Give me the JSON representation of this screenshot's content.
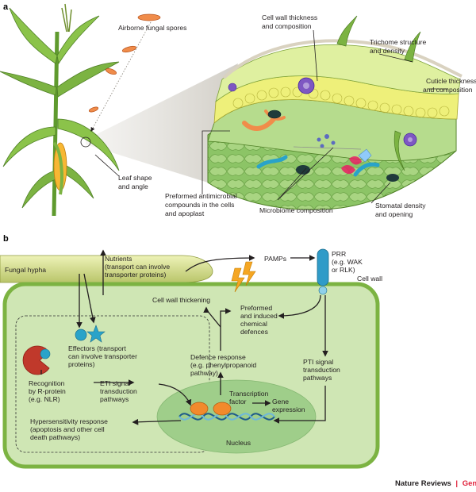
{
  "panel_a": {
    "letter": "a",
    "airborne_spores": "Airborne fungal spores",
    "cell_wall": [
      "Cell wall thickness",
      "and composition"
    ],
    "trichome": [
      "Trichome structure",
      "and density"
    ],
    "cuticle": [
      "Cuticle thickness",
      "and composition"
    ],
    "leaf_shape": [
      "Leaf shape",
      "and angle"
    ],
    "preformed": [
      "Preformed antimicrobial",
      "compounds in the cells",
      "and apoplast"
    ],
    "microbiome": "Microbiome composition",
    "stomatal": [
      "Stomatal density",
      "and opening"
    ]
  },
  "panel_b": {
    "letter": "b",
    "fungal_hypha": "Fungal hypha",
    "nutrients": [
      "Nutrients",
      "(transport can involve",
      "transporter proteins)"
    ],
    "pamps": "PAMPs",
    "prr": [
      "PRR",
      "(e.g. WAK",
      "or RLK)"
    ],
    "cell_wall": "Cell wall",
    "cell_wall_thickening": "Cell wall thickening",
    "preformed_defences": [
      "Preformed",
      "and induced",
      "chemical",
      "defences"
    ],
    "effectors": [
      "Effectors (transport",
      "can involve transporter",
      "proteins)"
    ],
    "recognition": [
      "Recognition",
      "by R-protein",
      "(e.g. NLR)"
    ],
    "eti": [
      "ETI signal",
      "transduction",
      "pathways"
    ],
    "defence_response": [
      "Defence response",
      "(e.g. phenylpropanoid",
      "pathway)"
    ],
    "pti": [
      "PTI signal",
      "transduction",
      "pathways"
    ],
    "transcription_factor": [
      "Transcription",
      "factor"
    ],
    "gene_expression": [
      "Gene",
      "expression"
    ],
    "hypersensitivity": [
      "Hypersensitivity response",
      "(apoptosis and other cell",
      "death pathways)"
    ],
    "nucleus": "Nucleus"
  },
  "footer": {
    "journal": "Nature Reviews",
    "separator": "|",
    "section": "Genetics"
  },
  "colors": {
    "cell_fill": "#cfe6b4",
    "leaf_green": "#7cb342",
    "yellow_cells": "#eef07a",
    "nucleus": "#9fce8a",
    "spore": "#f08c4a",
    "brand_red": "#e0203a",
    "prr_blue": "#2f9bc8"
  }
}
